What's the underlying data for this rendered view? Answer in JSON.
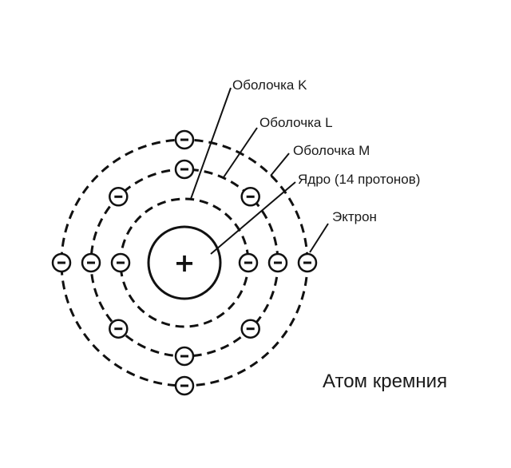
{
  "labels": {
    "shell_k": "Оболочка K",
    "shell_l": "Оболочка L",
    "shell_m": "Оболочка M",
    "nucleus": "Ядро (14 протонов)",
    "electron": "Эктрон"
  },
  "caption": "Атом кремния",
  "nucleus_symbol": "+",
  "electron_symbol": "−"
}
